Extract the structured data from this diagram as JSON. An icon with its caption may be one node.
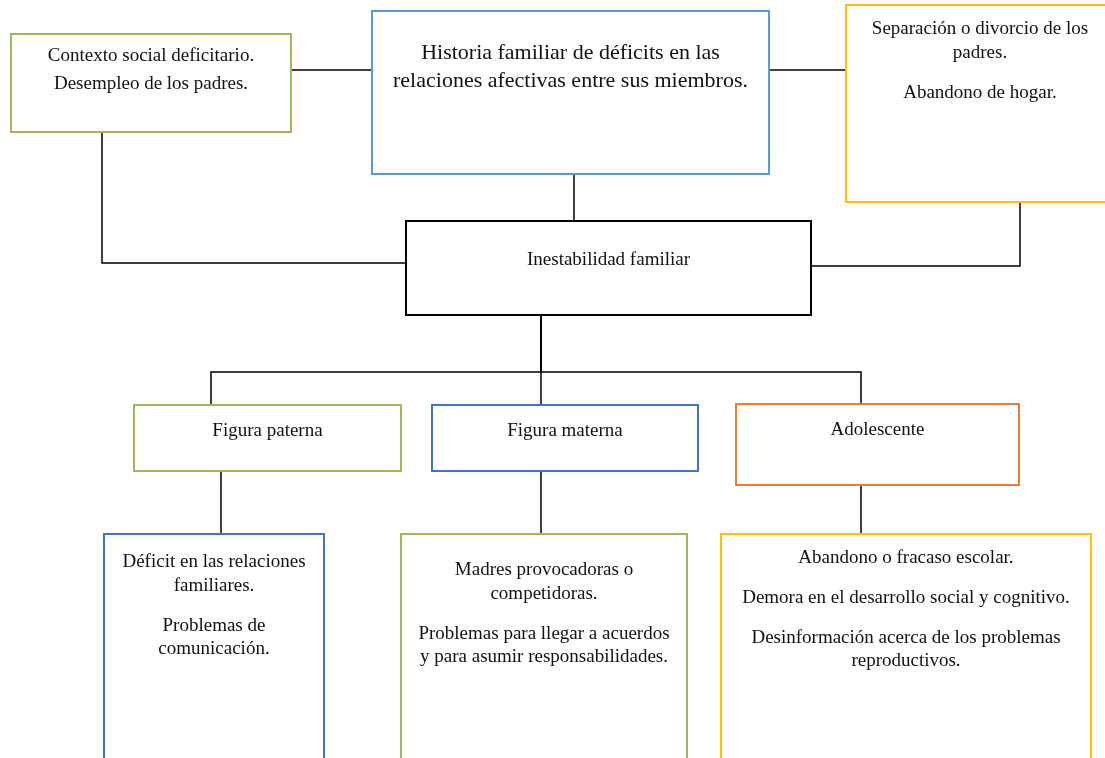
{
  "diagram": {
    "nodes": [
      {
        "text": [
          "Contexto social deficitario.",
          "Desempleo de los padres."
        ]
      },
      {
        "text": [
          "Historia familiar de déficits en las relaciones afectivas entre sus miembros."
        ]
      },
      {
        "text": [
          "Separación o divorcio de los padres.",
          "Abandono de hogar."
        ]
      },
      {
        "text": [
          "Inestabilidad familiar"
        ]
      },
      {
        "text": [
          "Figura paterna"
        ]
      },
      {
        "text": [
          "Figura materna"
        ]
      },
      {
        "text": [
          "Adolescente"
        ]
      },
      {
        "text": [
          "Déficit en las relaciones familiares.",
          "Problemas de comunicación."
        ]
      },
      {
        "text": [
          "Madres provocadoras o competidoras.",
          "Problemas para llegar a acuerdos y para asumir responsabilidades."
        ]
      },
      {
        "text": [
          "Abandono o fracaso escolar.",
          "Demora en el desarrollo social y cognitivo.",
          "Desinformación acerca de los problemas reproductivos."
        ]
      }
    ],
    "edges": [
      {
        "from": 0,
        "to": 1,
        "arrow": "none"
      },
      {
        "from": 1,
        "to": 2,
        "arrow": "none"
      },
      {
        "from": 1,
        "to": 3,
        "arrow": "none"
      },
      {
        "from": 0,
        "to": 3,
        "arrow": "none"
      },
      {
        "from": 2,
        "to": 3,
        "arrow": "none"
      },
      {
        "from": 3,
        "to": 4,
        "arrow": "none"
      },
      {
        "from": 3,
        "to": 5,
        "arrow": "none"
      },
      {
        "from": 3,
        "to": 6,
        "arrow": "none"
      },
      {
        "from": 4,
        "to": 7,
        "arrow": "none"
      },
      {
        "from": 5,
        "to": 8,
        "arrow": "none"
      },
      {
        "from": 6,
        "to": 9,
        "arrow": "none"
      }
    ]
  }
}
